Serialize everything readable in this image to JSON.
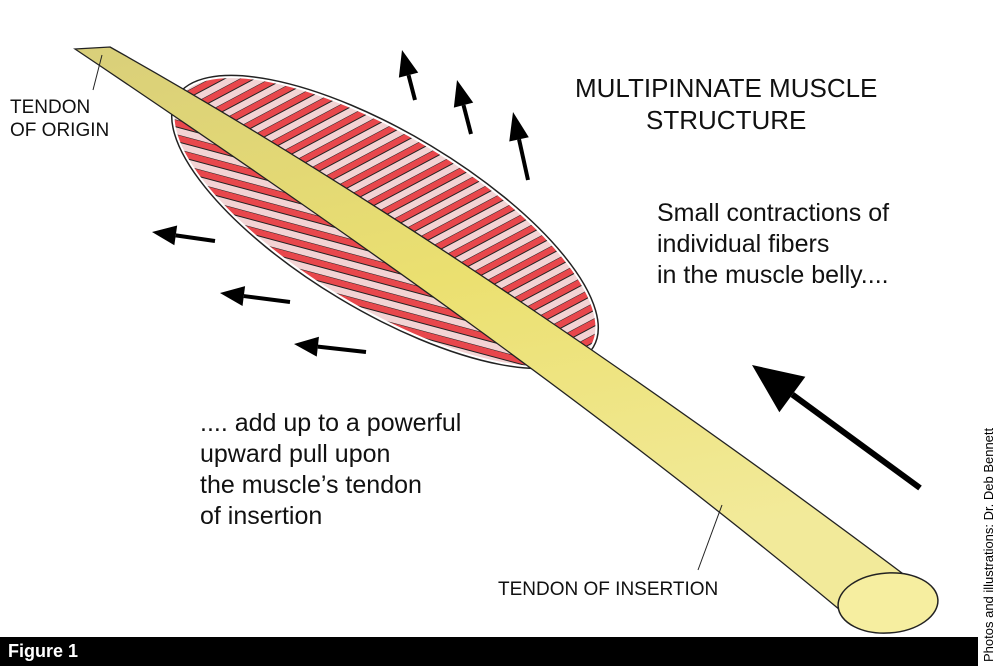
{
  "title": "MULTIPINNATE MUSCLE\nSTRUCTURE",
  "labels": {
    "tendon_origin": "TENDON\nOF ORIGIN",
    "tendon_insertion": "TENDON OF INSERTION"
  },
  "captions": {
    "small_contractions": "Small contractions of\nindividual fibers\nin the muscle belly....",
    "add_up": ".... add up to a powerful\nupward pull upon\nthe muscle’s tendon\nof insertion"
  },
  "figure_label": "Figure 1",
  "credit": "Photos and illustrations: Dr. Deb Bennett",
  "colors": {
    "muscle_red": "#e8474c",
    "muscle_pink": "#f3d3d4",
    "tendon": "#e6d96a",
    "tendon_light": "#f6eea0"
  }
}
